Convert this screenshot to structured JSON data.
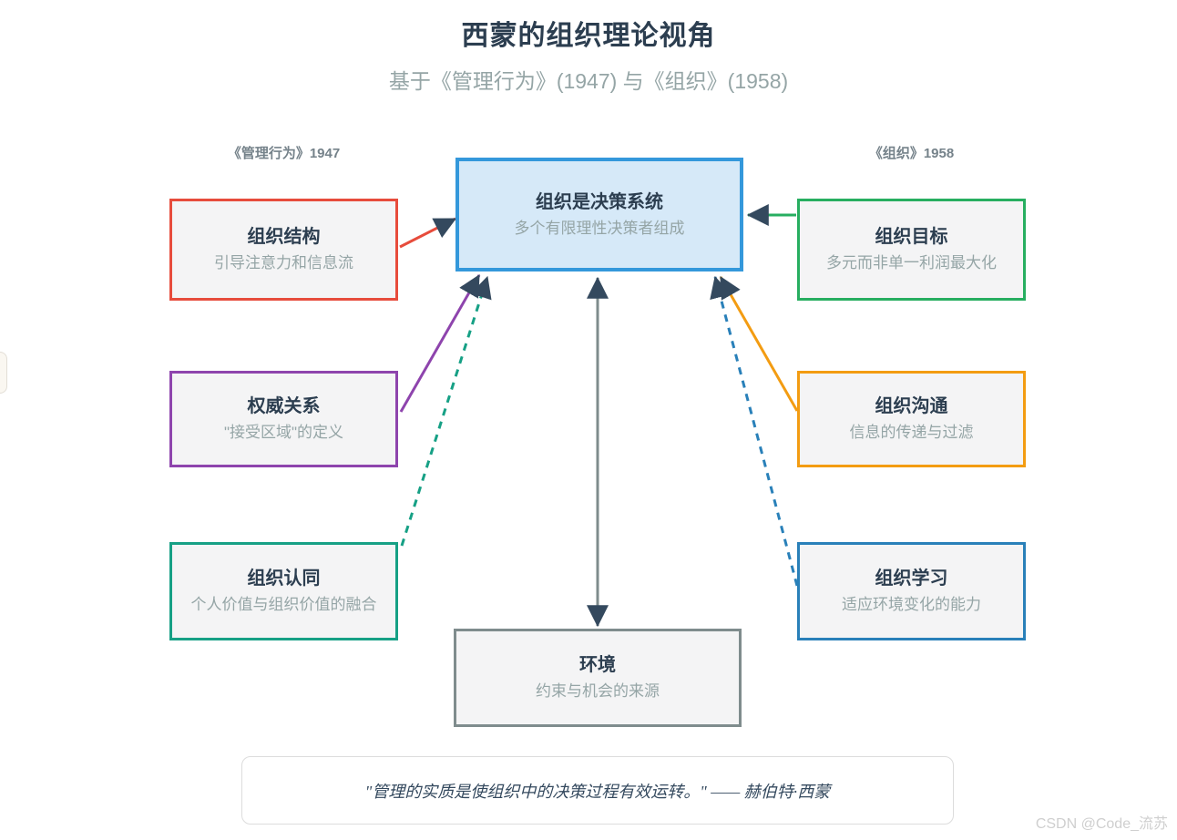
{
  "header": {
    "title": "西蒙的组织理论视角",
    "subtitle": "基于《管理行为》(1947) 与《组织》(1958)"
  },
  "column_labels": {
    "left": "《管理行为》1947",
    "right": "《组织》1958"
  },
  "center_box": {
    "title": "组织是决策系统",
    "subtitle": "多个有限理性决策者组成",
    "border_color": "#3498db",
    "bg_color": "#d6e9f8"
  },
  "left_boxes": [
    {
      "title": "组织结构",
      "subtitle": "引导注意力和信息流",
      "color": "#e74c3c",
      "line_style": "solid"
    },
    {
      "title": "权威关系",
      "subtitle": "\"接受区域\"的定义",
      "color": "#8e44ad",
      "line_style": "solid"
    },
    {
      "title": "组织认同",
      "subtitle": "个人价值与组织价值的融合",
      "color": "#16a085",
      "line_style": "dashed"
    }
  ],
  "right_boxes": [
    {
      "title": "组织目标",
      "subtitle": "多元而非单一利润最大化",
      "color": "#27ae60",
      "line_style": "solid"
    },
    {
      "title": "组织沟通",
      "subtitle": "信息的传递与过滤",
      "color": "#f39c12",
      "line_style": "solid"
    },
    {
      "title": "组织学习",
      "subtitle": "适应环境变化的能力",
      "color": "#2980b9",
      "line_style": "dashed"
    }
  ],
  "bottom_box": {
    "title": "环境",
    "subtitle": "约束与机会的来源",
    "color": "#7f8c8d"
  },
  "quote": {
    "text": "\"管理的实质是使组织中的决策过程有效运转。\" —— 赫伯特·西蒙"
  },
  "watermark": {
    "text": "CSDN @Code_流苏"
  },
  "colors": {
    "arrowhead": "#34495e",
    "title_text": "#2c3e50",
    "muted_text": "#95a5a6",
    "environment_line": "#7f8c8d"
  }
}
